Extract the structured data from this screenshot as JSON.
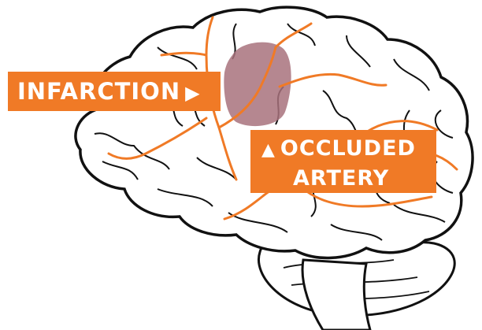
{
  "labels": {
    "infarction": "INFARCTION",
    "occluded_line1": "OCCLUDED",
    "occluded_line2": "ARTERY"
  },
  "arrows": {
    "right": "▶",
    "up": "▲"
  },
  "colors": {
    "label_background": "#f07a26",
    "label_text": "#ffffff",
    "artery": "#f07a26",
    "infarct_region": "#a8727d",
    "brain_outline": "#111111",
    "background": "#ffffff"
  }
}
